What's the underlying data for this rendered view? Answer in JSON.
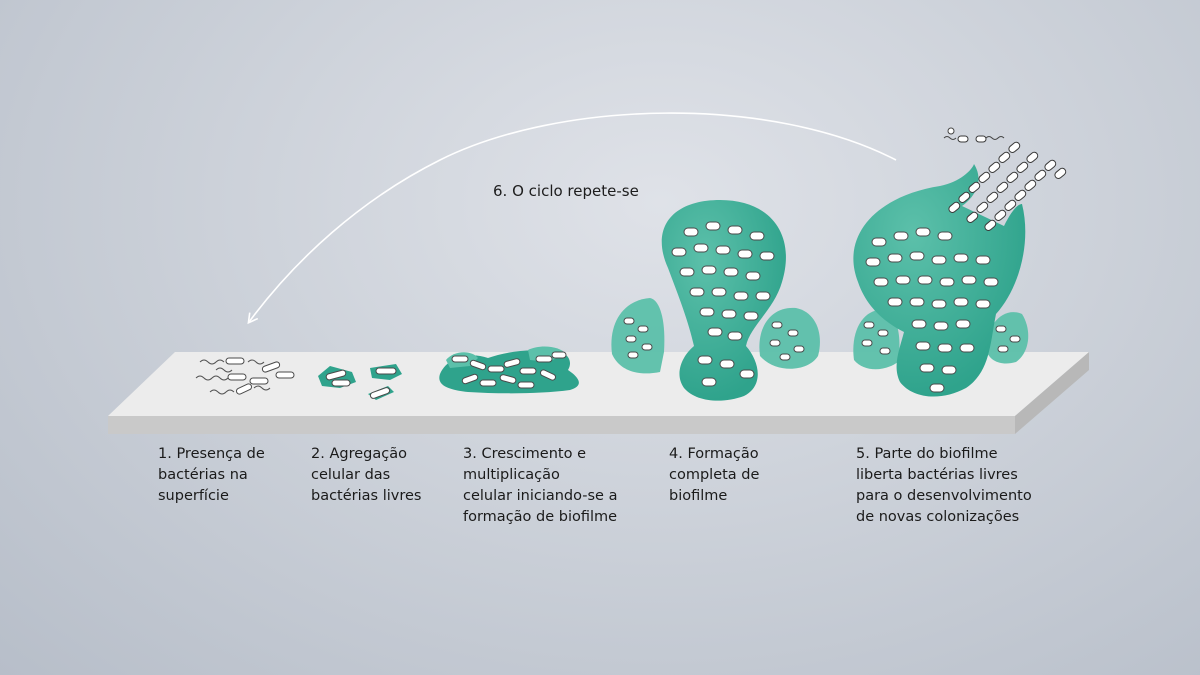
{
  "cycle_label": "6. O ciclo repete-se",
  "stages": [
    {
      "label": "1. Presença de\nbactérias na\nsuperfície"
    },
    {
      "label": "2. Agregação\ncelular das\nbactérias livres"
    },
    {
      "label": "3. Crescimento e\nmultiplicação\ncelular iniciando-se a\nformação de biofilme"
    },
    {
      "label": "4. Formação\ncompleta de\nbiofilme"
    },
    {
      "label": "5. Parte do biofilme\nliberta bactérias livres\npara o desenvolvimento\nde novas colonizações"
    }
  ],
  "colors": {
    "biofilm": "#2fa38c",
    "biofilm_light": "#5cc0aa",
    "surface_top": "#ececec",
    "surface_side": "#c9c9c9",
    "arrow": "#ffffff",
    "bacteria_fill": "#ffffff",
    "bacteria_stroke": "#4a4a4a"
  }
}
